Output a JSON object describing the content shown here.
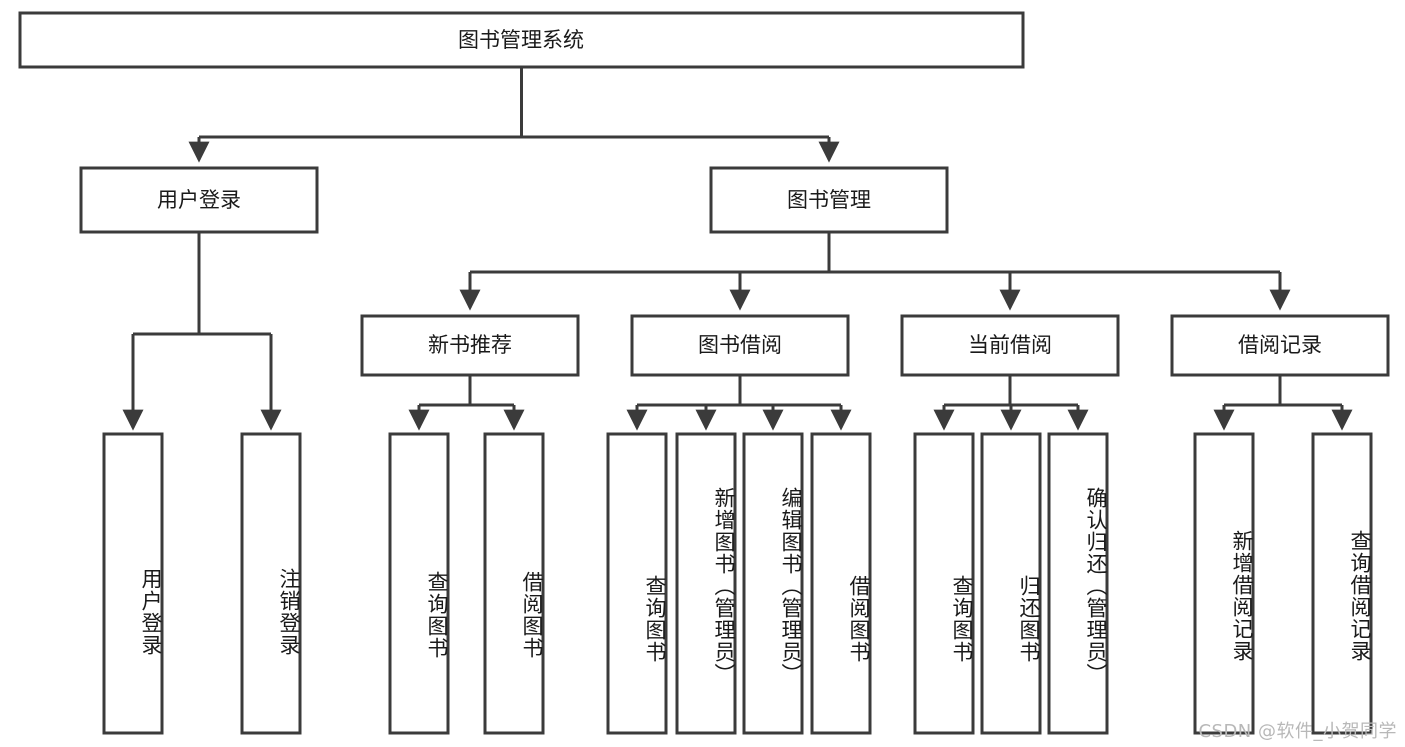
{
  "diagram": {
    "type": "tree-hierarchy",
    "title": "图书管理系统",
    "watermark": "CSDN @软件_小贺同学",
    "colors": {
      "box_stroke": "#3b3b3b",
      "box_fill": "#ffffff",
      "text": "#1a1a1a",
      "connector": "#3b3b3b",
      "watermark": "#b8b8b8",
      "background": "#ffffff"
    },
    "levels": {
      "root": {
        "label": "图书管理系统"
      },
      "level2": [
        {
          "label": "用户登录"
        },
        {
          "label": "图书管理"
        }
      ],
      "level3": [
        {
          "label": "新书推荐"
        },
        {
          "label": "图书借阅"
        },
        {
          "label": "当前借阅"
        },
        {
          "label": "借阅记录"
        }
      ]
    },
    "leaves": {
      "user_login": [
        {
          "label": "用户登录"
        },
        {
          "label": "注销登录"
        }
      ],
      "new_book_recommend": [
        {
          "label": "查询图书"
        },
        {
          "label": "借阅图书"
        }
      ],
      "book_borrow": [
        {
          "label": "查询图书"
        },
        {
          "label": "新增图书（管理员）"
        },
        {
          "label": "编辑图书（管理员）"
        },
        {
          "label": "借阅图书"
        }
      ],
      "current_borrow": [
        {
          "label": "查询图书"
        },
        {
          "label": "归还图书"
        },
        {
          "label": "确认归还（管理员）"
        }
      ],
      "borrow_record": [
        {
          "label": "新增借阅记录"
        },
        {
          "label": "查询借阅记录"
        }
      ]
    }
  }
}
